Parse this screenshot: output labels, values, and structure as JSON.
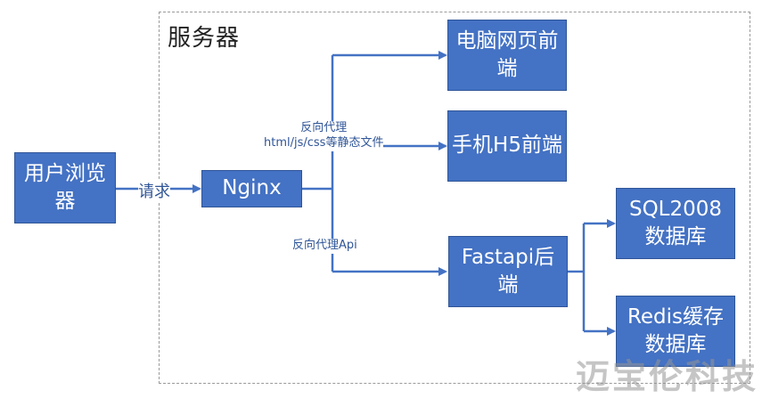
{
  "diagram": {
    "container_label": "服务器",
    "nodes": {
      "browser": "用户浏览器",
      "nginx": "Nginx",
      "pc_frontend": "电脑网页前端",
      "mobile_frontend": "手机H5前端",
      "fastapi_backend": "Fastapi后端",
      "sql_db": "SQL2008数据库",
      "redis_db": "Redis缓存数据库"
    },
    "edges": {
      "browser_to_nginx": "请求",
      "proxy_static_line1": "反向代理",
      "proxy_static_line2": "html/js/css等静态文件",
      "proxy_api": "反向代理Api"
    },
    "colors": {
      "node_fill": "#4472c4",
      "node_border": "#2f5597",
      "line": "#4472c4",
      "frame": "#9a9a9a"
    }
  },
  "watermark": "迈宝伦科技"
}
